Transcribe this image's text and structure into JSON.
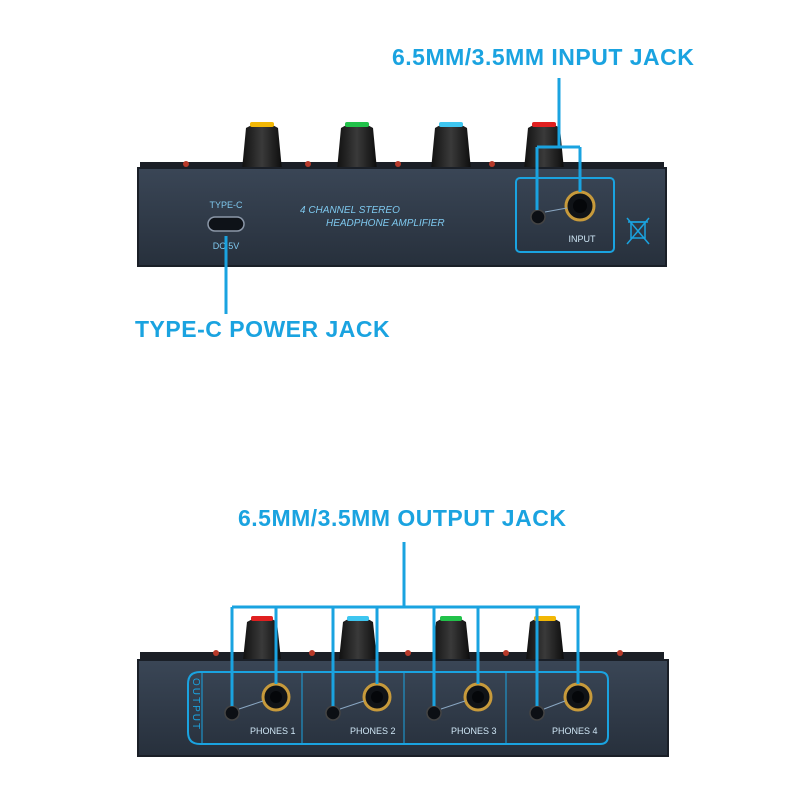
{
  "callouts": {
    "input_jack": "6.5MM/3.5MM INPUT JACK",
    "power_jack": "TYPE-C POWER JACK",
    "output_jack": "6.5MM/3.5MM OUTPUT JACK"
  },
  "top_panel": {
    "type_c_label": "TYPE-C",
    "dc_label": "DC 5V",
    "product_line1": "4 CHANNEL STEREO",
    "product_line2": "HEADPHONE AMPLIFIER",
    "input_label": "INPUT",
    "knob_colors": [
      "#f2b705",
      "#22c24a",
      "#3ec6f0",
      "#e02020"
    ]
  },
  "bottom_panel": {
    "output_label": "OUTPUT",
    "phones": [
      "PHONES 1",
      "PHONES 2",
      "PHONES 3",
      "PHONES 4"
    ],
    "knob_colors": [
      "#e02020",
      "#3ec6f0",
      "#22c24a",
      "#f2b705"
    ]
  },
  "colors": {
    "accent": "#1aa3e0",
    "panel": "#2f3a49",
    "panel_text": "#7ec8ee"
  }
}
